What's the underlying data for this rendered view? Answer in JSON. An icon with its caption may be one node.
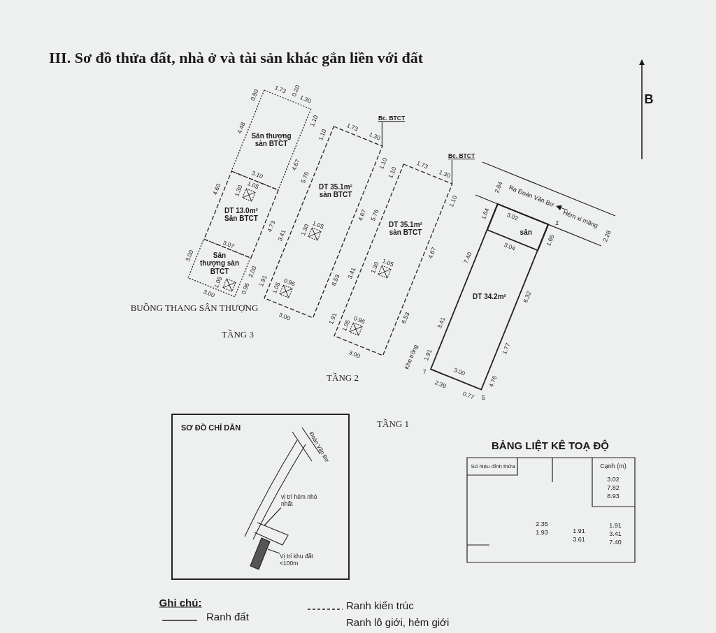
{
  "diagram": {
    "title": "III. Sơ đồ thửa đất, nhà ở và tài sản khác gắn liền với đất",
    "nodes": [
      {
        "text": [
          "Sân thượng sàn BTCT"
        ]
      },
      {
        "text": [
          "DT 13.0m² Sân BTCT"
        ]
      },
      {
        "text": [
          "Sân thượng sàn BTCT"
        ]
      },
      {
        "text": [
          "DT 35.1m² sàn BTCT"
        ]
      },
      {
        "text": [
          "DT 35.1m² sàn BTCT"
        ]
      },
      {
        "text": [
          "DT 34.2m²"
        ]
      },
      {
        "text": [
          "sân"
        ],
        "in": 5
      },
      {
        "text": [
          "Bc. BTCT"
        ]
      },
      {
        "text": [
          "Bc. BTCT"
        ]
      },
      {
        "text": [
          "SƠ ĐỒ CHỈ DẪN"
        ]
      },
      {
        "text": [
          "vị trí hẻm nhỏ nhất"
        ],
        "in": 9
      },
      {
        "text": [
          "Vị trí khu đất <100m"
        ],
        "in": 9
      }
    ],
    "edges": [
      {
        "from": 7,
        "to": 3,
        "arrow": "none"
      },
      {
        "from": 8,
        "to": 4,
        "arrow": "none"
      },
      {
        "from": 10,
        "to": null,
        "arrow": "none"
      },
      {
        "from": 11,
        "to": null,
        "arrow": "none"
      }
    ],
    "labels": [
      "B",
      "0.90",
      "1.73",
      "0.20",
      "1.30",
      "1.10",
      "4.48",
      "4.67",
      "3.10",
      "4.60",
      "4.73",
      "3.07",
      "3.00",
      "2.00",
      "3.00",
      "BUỒNG THANG SÂN THƯỢNG",
      "TẦNG 3",
      "1.73",
      "1.30",
      "1.10",
      "1.10",
      "5.76",
      "4.67",
      "3.41",
      "6.53",
      "1.91",
      "3.00",
      "1.73",
      "1.30",
      "1.10",
      "1.10",
      "5.76",
      "4.67",
      "3.41",
      "6.53",
      "1.91",
      "3.00",
      "TẦNG 2",
      "Ra Đoàn Văn Bơ",
      "Hẻm xi măng",
      "2.84",
      "2.28",
      "3.02",
      "1.64",
      "1.65",
      "3.04",
      "7.40",
      "6.32",
      "3.41",
      "1.77",
      "4.76",
      "1.91",
      "Khe trống",
      "3.00",
      "2.39",
      "0.77",
      "7",
      "5",
      "2",
      "TẦNG 1",
      "Đoàn Văn Bơ",
      "BẢNG LIỆT KÊ TOẠ ĐỘ",
      "Số hiệu đỉnh thửa",
      "Cạnh (m)",
      "3.02",
      "7.82",
      "8.93",
      "1.91",
      "3.41",
      "7.40",
      "2.35",
      "1.93",
      "1.91",
      "3.61",
      "Ghi chú:",
      "1.30",
      "1.05",
      "1.05",
      "0.96",
      "1.30",
      "1.05",
      "1.05",
      "0.96",
      "1.30",
      "1.05",
      "1.05",
      "0.96"
    ],
    "legend": [
      {
        "text": "Ranh đất"
      },
      {
        "text": "Ranh kiến trúc"
      },
      {
        "text": "Ranh lô giới, hẻm giới"
      }
    ]
  }
}
